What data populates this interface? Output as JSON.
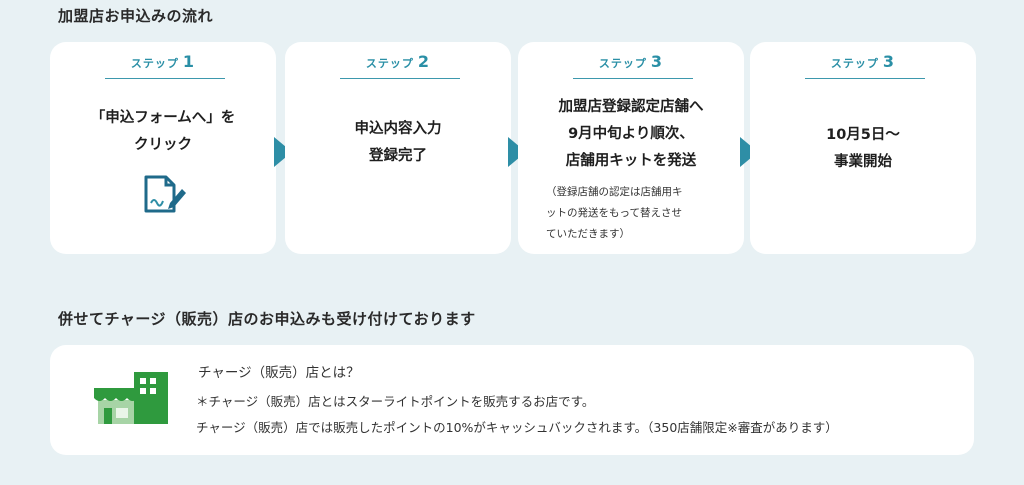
{
  "section1": {
    "heading": "加盟店お申込みの流れ"
  },
  "steps": [
    {
      "label": "ステップ",
      "num": "1",
      "title_lines": [
        "「申込フォームへ」を",
        "クリック"
      ],
      "icon": "document-sign-icon"
    },
    {
      "label": "ステップ",
      "num": "2",
      "title_lines": [
        "申込内容入力",
        "登録完了"
      ]
    },
    {
      "label": "ステップ",
      "num": "3",
      "title_lines": [
        "加盟店登録認定店舗へ",
        "9月中旬より順次、",
        "店舗用キットを発送"
      ],
      "note_lines": [
        "（登録店舗の認定は店舗用キ",
        "ットの発送をもって替えさせ",
        "ていただきます）"
      ]
    },
    {
      "label": "ステップ",
      "num": "3",
      "title_lines": [
        "10月5日〜",
        "事業開始"
      ]
    }
  ],
  "section2": {
    "heading": "併せてチャージ（販売）店のお申込みも受け付けております"
  },
  "info": {
    "icon": "store-building-icon",
    "title": "チャージ（販売）店とは？",
    "line1": "＊チャージ（販売）店とはスターライトポイントを販売するお店です。",
    "line2": "チャージ（販売）店では販売したポイントの10%がキャッシュバックされます。（350店舗限定※審査があります）"
  },
  "colors": {
    "accent": "#2e8ea6",
    "background": "#e8f1f4",
    "store_green": "#2f9a3e"
  }
}
